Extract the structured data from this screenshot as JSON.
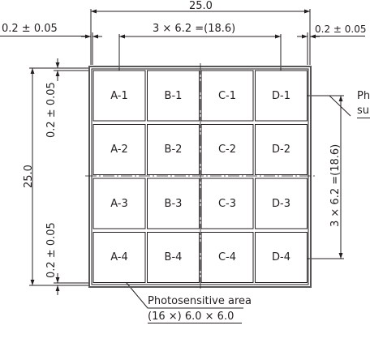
{
  "dimensions": {
    "overall_width": "25.0",
    "overall_height": "25.0",
    "gap_left": "0.2 ± 0.05",
    "gap_right": "0.2 ± 0.05",
    "pitch_horizontal": "3 × 6.2 =(18.6)",
    "pitch_vertical": "3 × 6.2 =(18.6)",
    "gap_top": "0.2 ± 0.05",
    "gap_bottom": "0.2 ± 0.05"
  },
  "callouts": {
    "photosensitive_area_title": "Photosensitive area",
    "photosensitive_area_spec": "(16 ×) 6.0 × 6.0",
    "right_callout_line1": "Pho",
    "right_callout_line2": "sur"
  },
  "pads": [
    [
      "A-1",
      "B-1",
      "C-1",
      "D-1"
    ],
    [
      "A-2",
      "B-2",
      "C-2",
      "D-2"
    ],
    [
      "A-3",
      "B-3",
      "C-3",
      "D-3"
    ],
    [
      "A-4",
      "B-4",
      "C-4",
      "D-4"
    ]
  ],
  "colors": {
    "ink": "#231f20",
    "frame": "#555555"
  }
}
